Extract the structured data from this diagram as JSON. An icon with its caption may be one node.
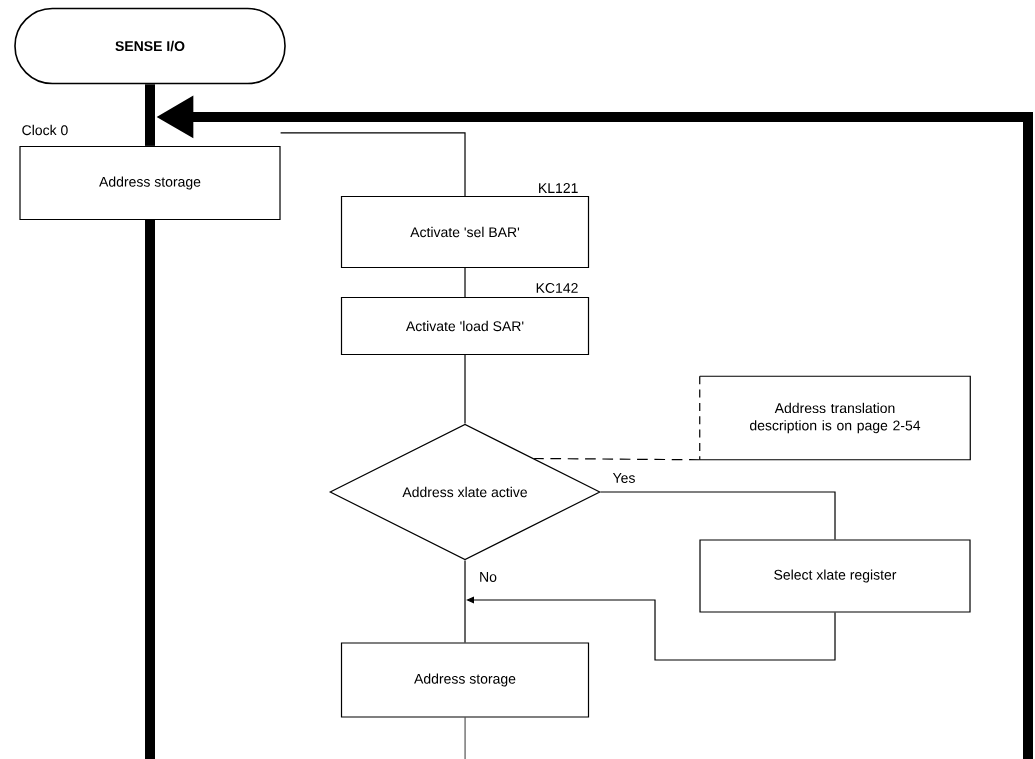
{
  "diagram": {
    "nodes": [
      {
        "text": [
          "SENSE I/O"
        ]
      },
      {
        "text": [
          "Address storage"
        ],
        "beside": [
          "Clock 0"
        ]
      },
      {
        "text": [
          "Activate 'sel BAR'"
        ],
        "beside": [
          "KL121"
        ]
      },
      {
        "text": [
          "Activate 'load SAR'"
        ],
        "beside": [
          "KC142"
        ]
      },
      {
        "text": [
          "Address translation description is on page 2-54"
        ]
      },
      {
        "text": [
          "Address xlate active"
        ]
      },
      {
        "text": [
          "Select xlate register"
        ]
      },
      {
        "text": [
          "Address storage"
        ]
      }
    ],
    "edges": [
      {
        "from": 0,
        "to": 1,
        "arrow": "none",
        "style": "thick"
      },
      {
        "from": null,
        "to": 1,
        "arrow": "to",
        "style": "thick"
      },
      {
        "from": 1,
        "to": null,
        "arrow": "none",
        "style": "thick"
      },
      {
        "from": 1,
        "to": 2,
        "arrow": "none"
      },
      {
        "from": 2,
        "to": 3,
        "arrow": "none"
      },
      {
        "from": 3,
        "to": 5,
        "arrow": "none"
      },
      {
        "from": 5,
        "to": 6,
        "arrow": "none",
        "label": "Yes"
      },
      {
        "from": 5,
        "to": 7,
        "arrow": "none",
        "label": "No"
      },
      {
        "from": 6,
        "to": null,
        "arrow": "to"
      },
      {
        "from": 7,
        "to": null,
        "arrow": "none"
      },
      {
        "from": 4,
        "to": 5,
        "arrow": "none",
        "style": "dashed"
      }
    ]
  }
}
